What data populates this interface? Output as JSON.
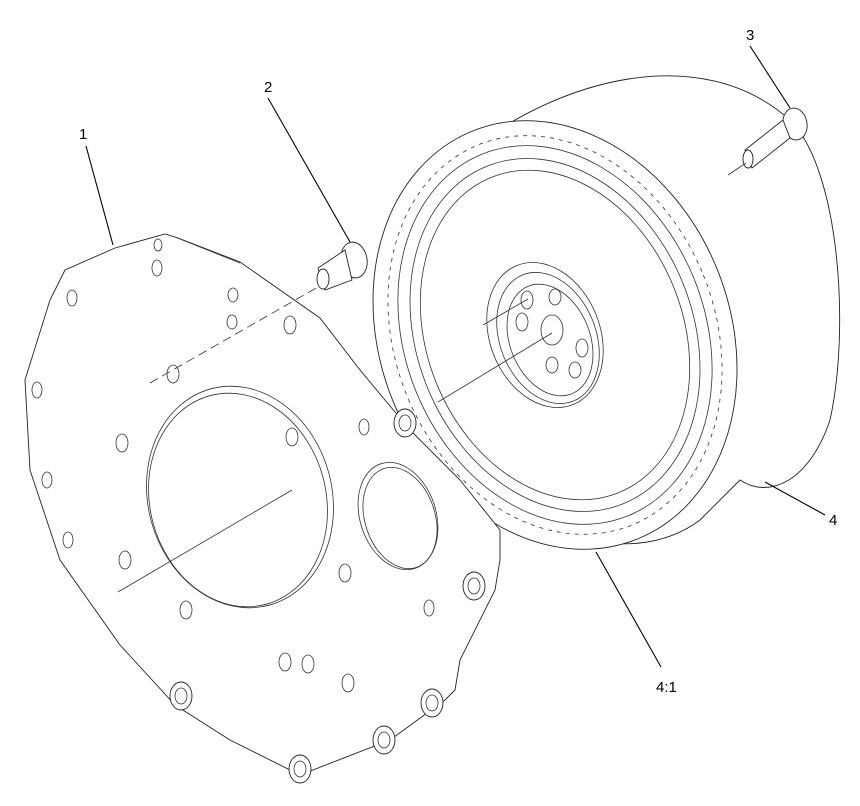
{
  "diagram": {
    "type": "exploded-parts-illustration",
    "callouts": [
      {
        "id": "1",
        "label": "1",
        "part": "adapter-plate"
      },
      {
        "id": "2",
        "label": "2",
        "part": "dowel-bolt"
      },
      {
        "id": "3",
        "label": "3",
        "part": "flywheel-bolt"
      },
      {
        "id": "4",
        "label": "4",
        "part": "flywheel"
      },
      {
        "id": "4:1",
        "label": "4:1",
        "part": "ring-gear"
      }
    ]
  },
  "labels": {
    "c1": "1",
    "c2": "2",
    "c3": "3",
    "c4": "4",
    "c41": "4:1"
  }
}
